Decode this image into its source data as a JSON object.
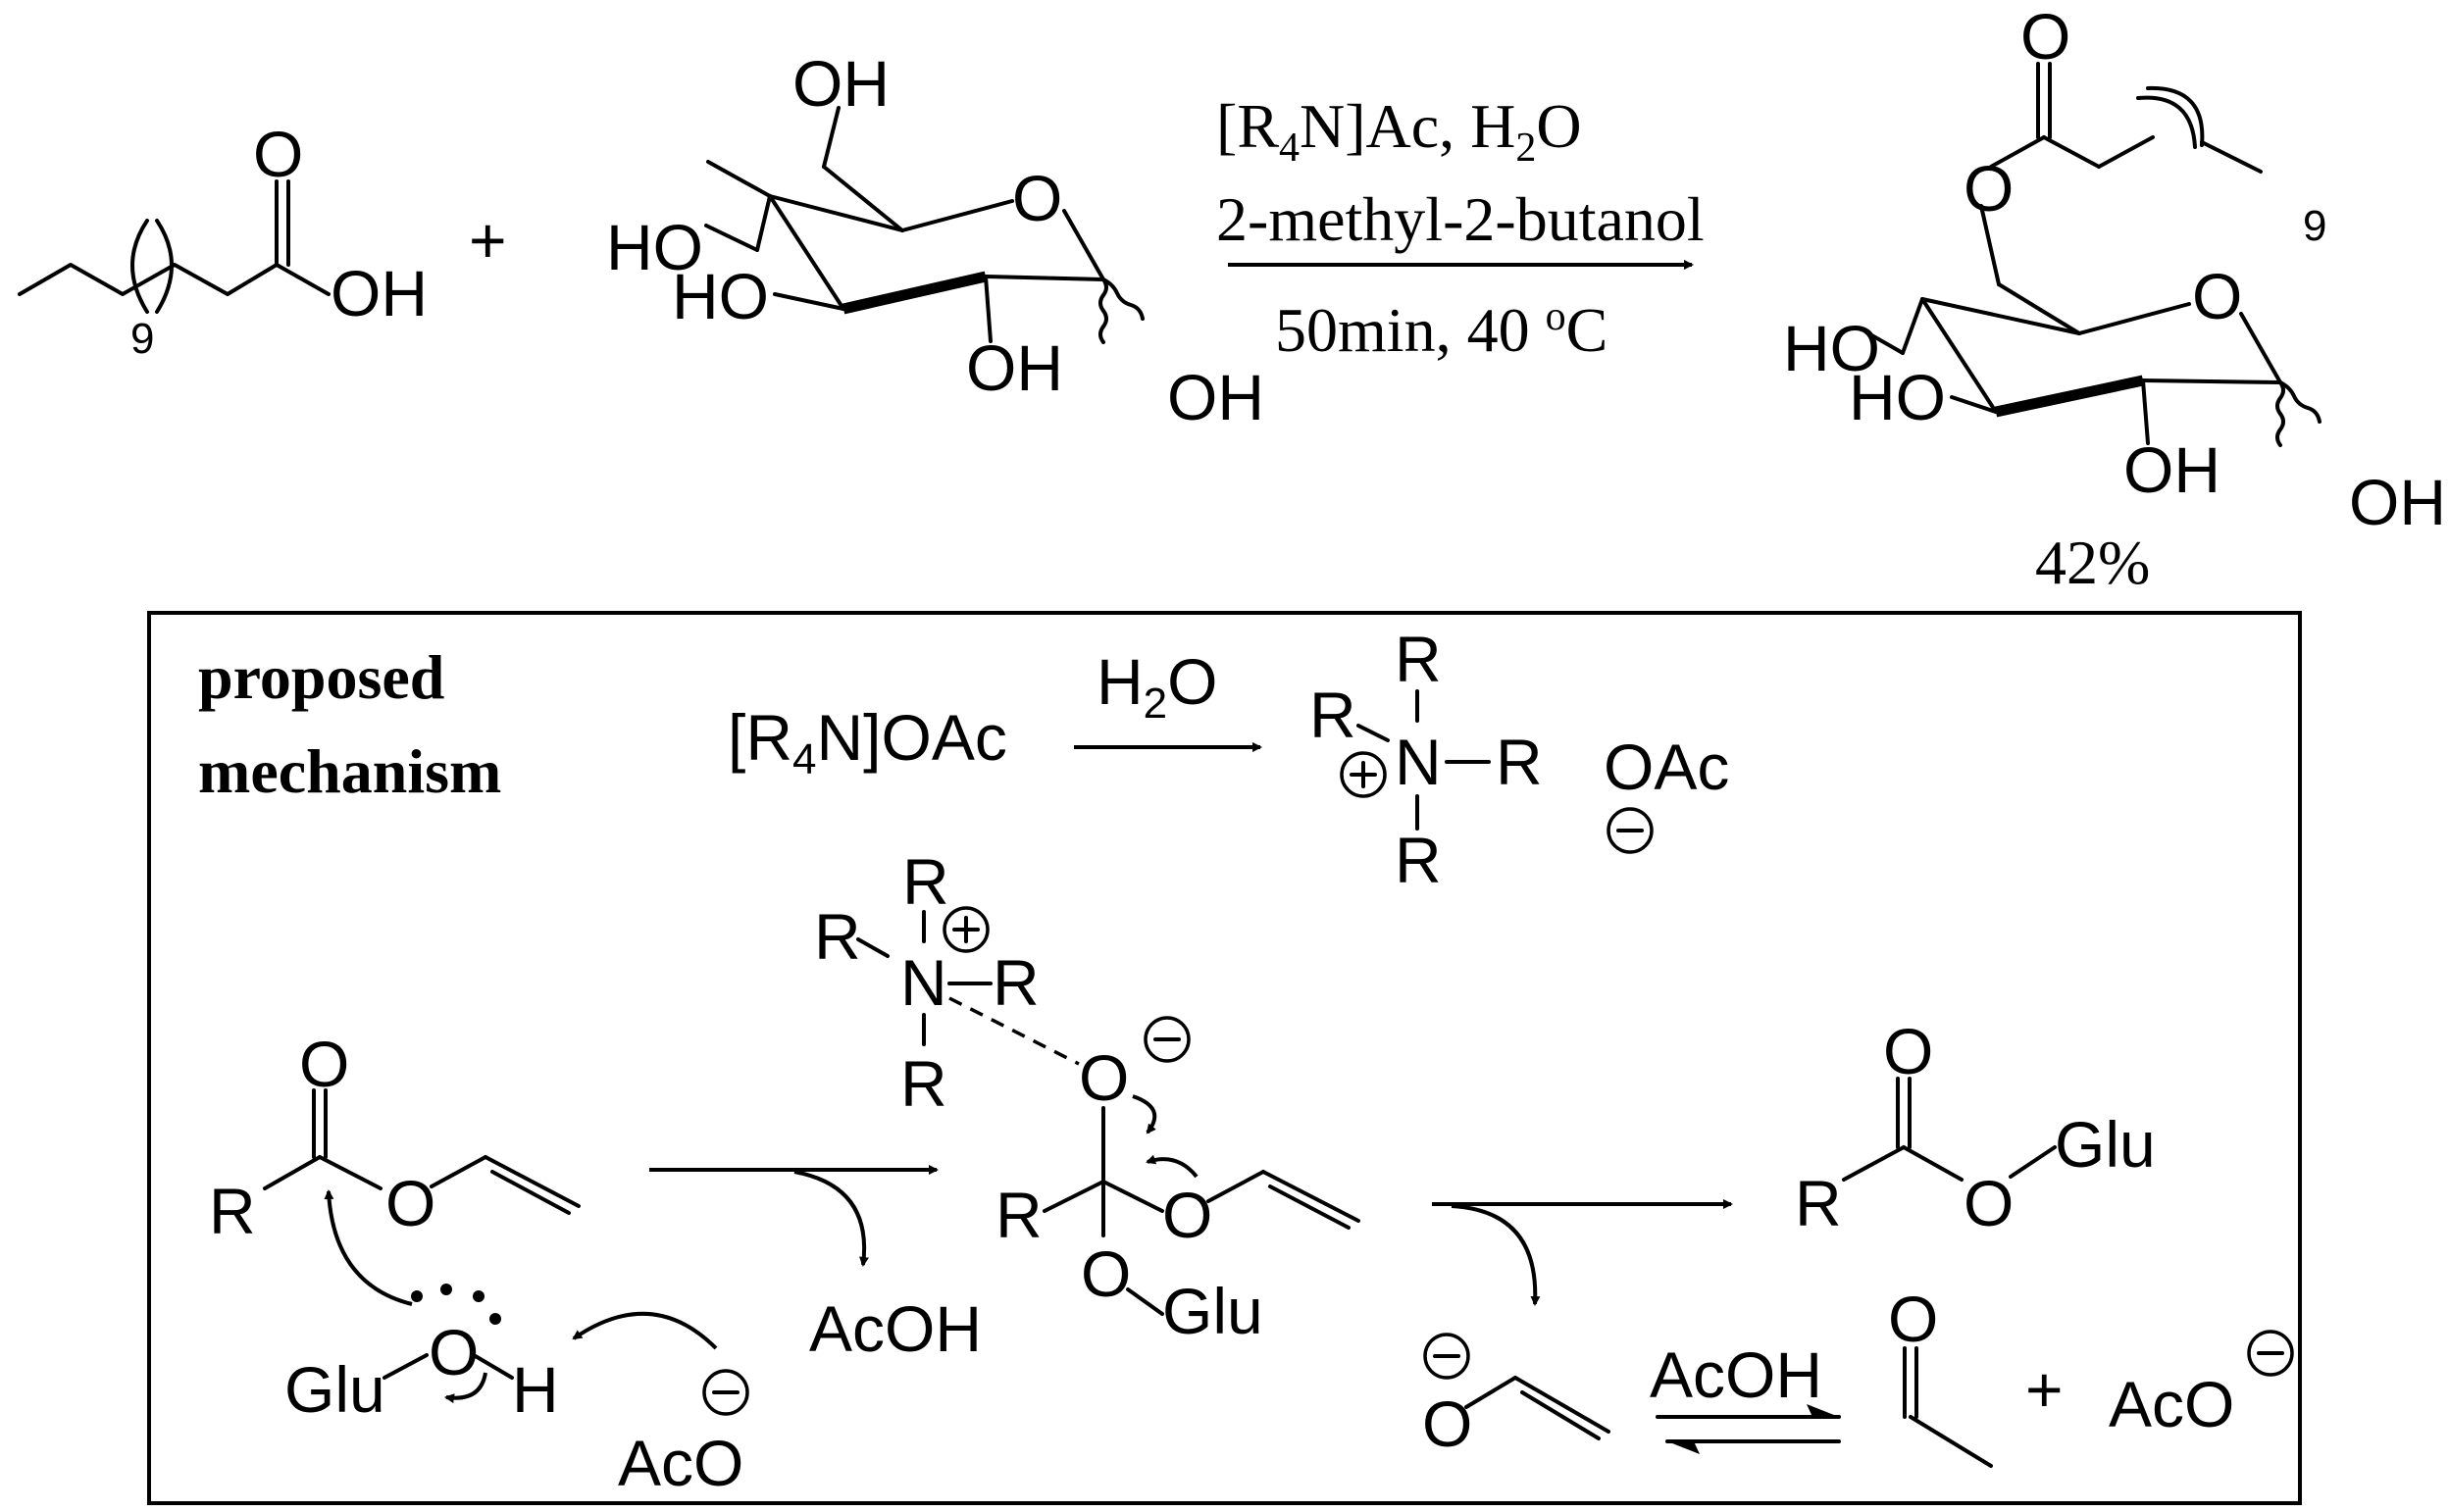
{
  "labels": {
    "oh": "OH",
    "ho": "HO",
    "o": "O",
    "nine": "9",
    "plus": "+",
    "yield": "42%",
    "R": "R",
    "N": "N",
    "H": "H",
    "glu": "Glu",
    "oglu": "O–Glu",
    "acoh": "AcOH",
    "aco": "AcO",
    "oac": "OAc",
    "h2o_h": "H",
    "h2o_2": "2",
    "h2o_o": "O"
  },
  "conditions": {
    "line1_a": "[R",
    "line1_sub": "4",
    "line1_b": "N]Ac, H",
    "line1_sub2": "2",
    "line1_c": "O",
    "line2": "2-methyl-2-butanol",
    "line3_a": "50min, 40 ",
    "line3_sup": "o",
    "line3_b": "C"
  },
  "mechanism": {
    "title1": "proposed",
    "title2": "mechanism",
    "salt_a": "[R",
    "salt_sub": "4",
    "salt_b": "N]OAc"
  }
}
